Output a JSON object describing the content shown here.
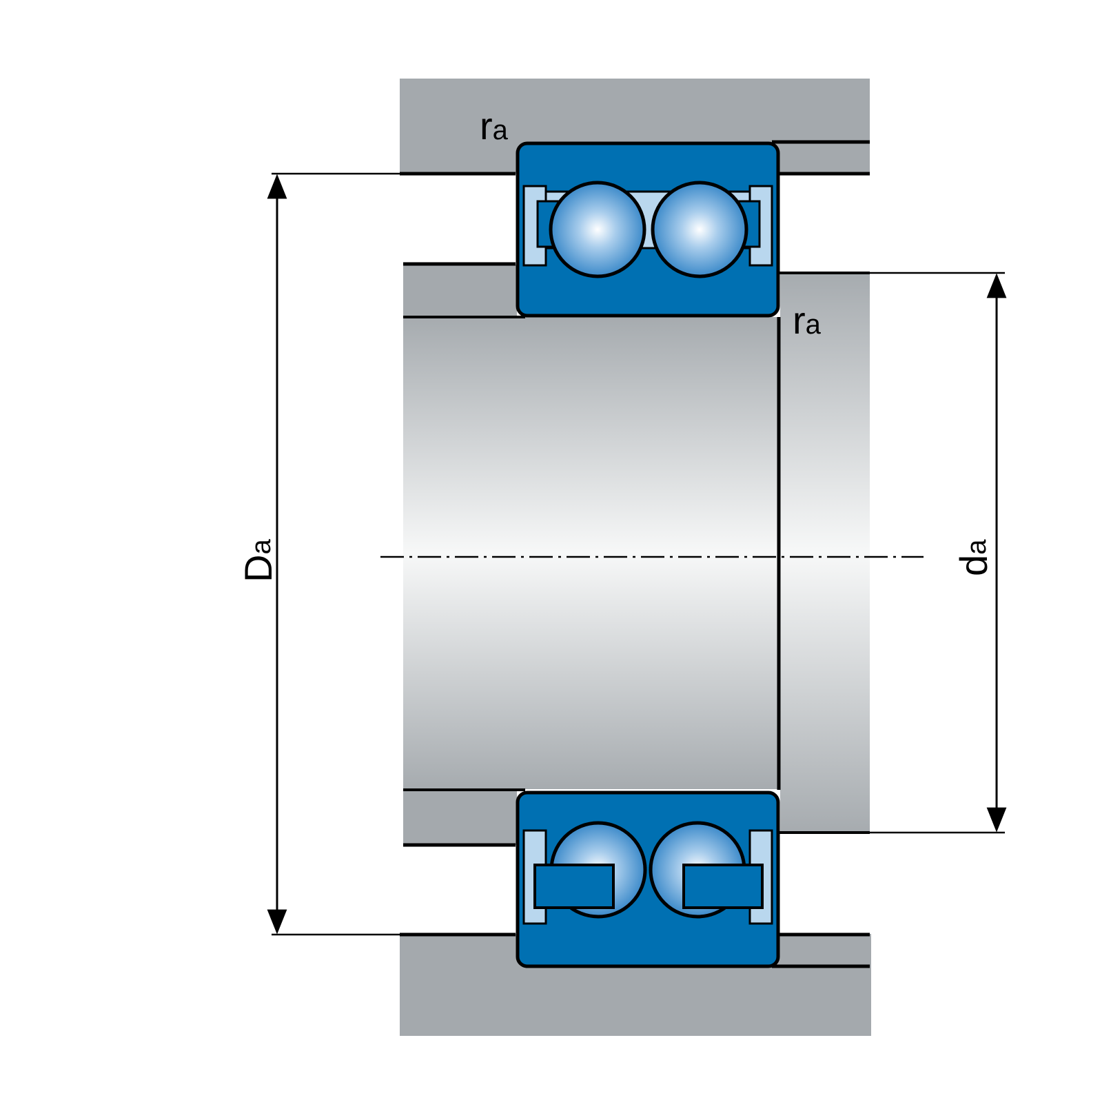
{
  "labels": {
    "outer_diameter": {
      "main": "D",
      "sub": "a"
    },
    "inner_diameter": {
      "main": "d",
      "sub": "a"
    },
    "radius_top": {
      "main": "r",
      "sub": "a"
    },
    "radius_right": {
      "main": "r",
      "sub": "a"
    }
  },
  "colors": {
    "housing_gray": "#a4a9ad",
    "bearing_blue": "#0070b2",
    "cage_light_blue": "#b9d7ee",
    "outline": "#000000"
  }
}
